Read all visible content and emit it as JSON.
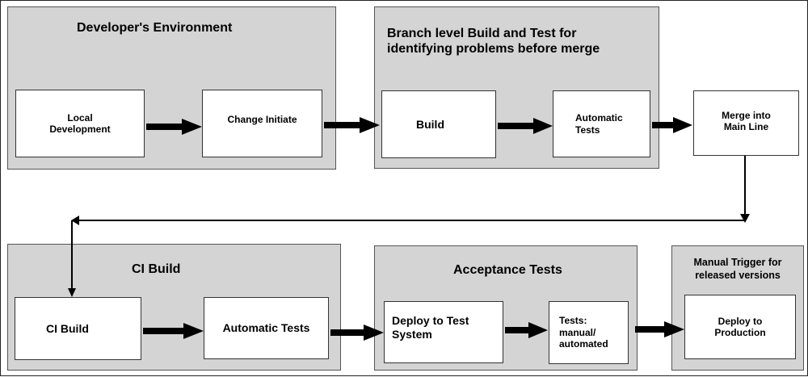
{
  "groups": {
    "dev_env": "Developer's Environment",
    "branch_build": "Branch level Build and Test for\nidentifying problems before merge",
    "ci_build": "CI Build",
    "acceptance": "Acceptance Tests",
    "manual_trigger": "Manual Trigger for\nreleased versions"
  },
  "nodes": {
    "local_dev": "Local\nDevelopment",
    "change_initiate": "Change Initiate",
    "build": "Build",
    "automatic_tests_1": "Automatic\nTests",
    "merge_main": "Merge into\nMain Line",
    "ci_build": "CI Build",
    "automatic_tests_2": "Automatic Tests",
    "deploy_test": "Deploy to Test\nSystem",
    "tests_manual": "Tests:\nmanual/\nautomated",
    "deploy_prod": "Deploy to\nProduction"
  }
}
